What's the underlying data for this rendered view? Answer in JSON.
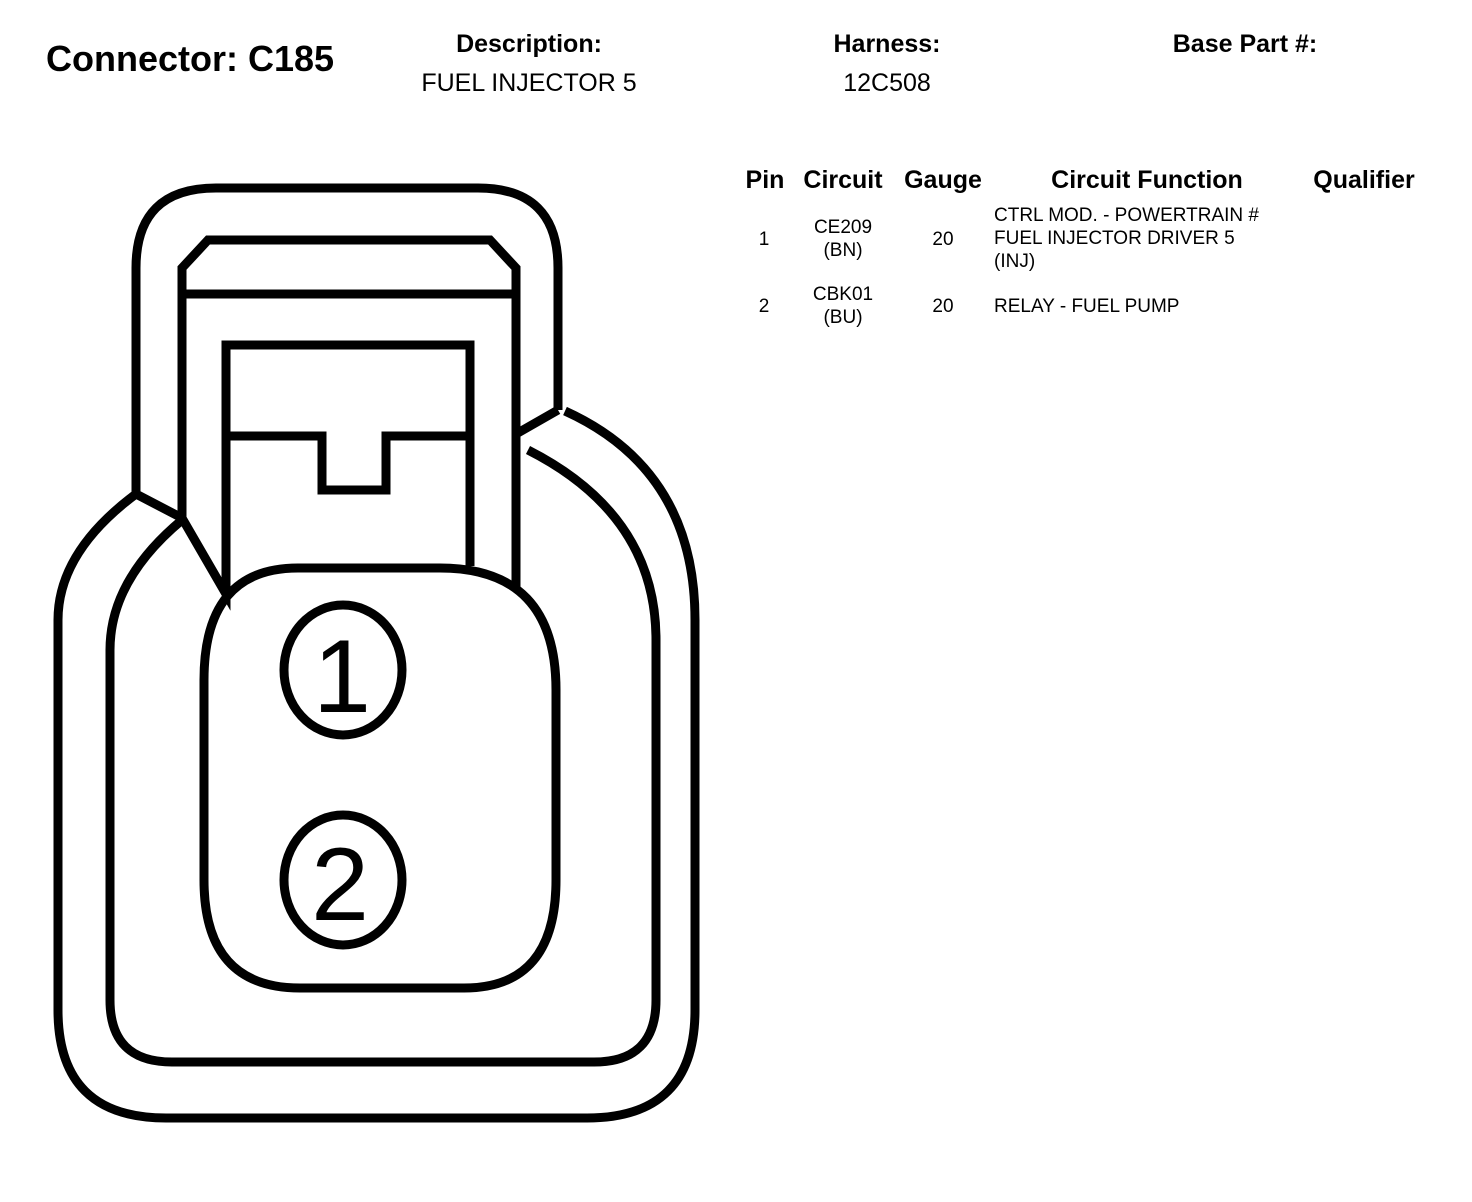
{
  "header": {
    "connector_label": "Connector: C185",
    "description_label": "Description:",
    "description_value": "FUEL INJECTOR 5",
    "harness_label": "Harness:",
    "harness_value": "12C508",
    "base_part_label": "Base Part #:",
    "base_part_value": ""
  },
  "table": {
    "columns": [
      "Pin",
      "Circuit",
      "Gauge",
      "Circuit Function",
      "Qualifier"
    ],
    "rows": [
      {
        "pin": "1",
        "circuit": [
          "CE209",
          "(BN)"
        ],
        "gauge": "20",
        "function": [
          "CTRL MOD. - POWERTRAIN #",
          "FUEL INJECTOR DRIVER 5",
          "(INJ)"
        ],
        "qualifier": ""
      },
      {
        "pin": "2",
        "circuit": [
          "CBK01",
          "(BU)"
        ],
        "gauge": "20",
        "function": [
          "RELAY - FUEL PUMP"
        ],
        "qualifier": ""
      }
    ]
  },
  "diagram": {
    "pin_labels": [
      "1",
      "2"
    ],
    "stroke_color": "#000000"
  }
}
